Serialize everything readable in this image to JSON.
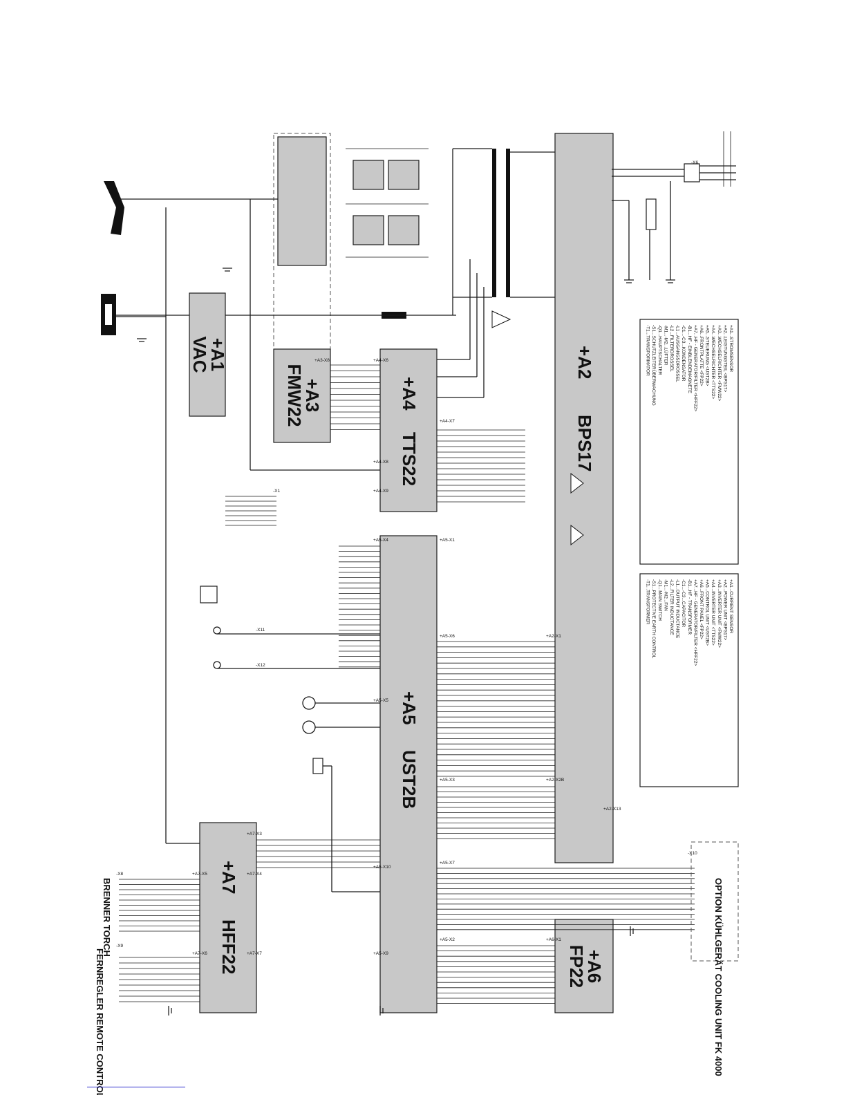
{
  "modules": [
    {
      "id": "a1",
      "line1": "+A1",
      "line2": "VAC"
    },
    {
      "id": "a2",
      "line1": "+A2",
      "line2": "BPS17"
    },
    {
      "id": "a3",
      "line1": "+A3",
      "line2": "FMW22"
    },
    {
      "id": "a4",
      "line1": "+A4",
      "line2": "TTS22"
    },
    {
      "id": "a5",
      "line1": "+A5",
      "line2": "UST2B"
    },
    {
      "id": "a6",
      "line1": "+A6",
      "line2": "FP22"
    },
    {
      "id": "a7",
      "line1": "+A7",
      "line2": "HFF22"
    }
  ],
  "connector_tags": {
    "a3_x8": "+A3-X8",
    "a4_x6": "+A4-X6",
    "a4_x8": "+A4-X8",
    "a4_x9": "+A4-X9",
    "a4_x7": "+A4-X7",
    "a5_x4": "+A5-X4",
    "a5_x1": "+A5-X1",
    "a5_x6": "+A5-X6",
    "a5_x5": "+A5-X5",
    "a5_x3": "+A5-X3",
    "a5_x10": "+A5-X10",
    "a5_x7": "+A5-X7",
    "a5_x9": "+A5-X9",
    "a5_x2": "+A5-X2",
    "a2_x1": "+A2-X1",
    "a2_x2b": "+A2-X2B",
    "a2_x13": "+A2-X13",
    "a6_x1": "+A6-X1",
    "a7_x3": "+A7-X3",
    "a7_x5": "+A7-X5",
    "a7_x4": "+A7-X4",
    "a7_x6": "+A7-X6",
    "a7_x7": "+A7-X7",
    "x1": "-X1",
    "x11": "-X11",
    "x12": "-X12",
    "x8": "-X8",
    "x9": "-X9",
    "x6": "-X6",
    "x10": "-X10"
  },
  "side_labels": {
    "torch": "BRENNER TORCH",
    "remote": "FERNREGLER REMOTE CONTROL",
    "cooling": "OPTION KÜHLGERÄT COOLING UNIT FK 4000"
  },
  "legend_de": [
    "+A1...STROMSENSOR",
    "+A2...LEISTUNGSTEIL <BPS17>",
    "+A3...WECHSELRICHTER <FMW22>",
    "+A4...WECHSELRICHTER <TTS22>",
    "+A5...STEUERUNG <UST2B>",
    "+A6...FRONTPLATTE <FP22>",
    "+A7...HF - GENERATOR/FILTER <HFF22>",
    "-B1...HF - EINBLENDEMAGNETE",
    "-C1...-C3...KONDENSATOR",
    "-L1...AUSGANGSDROSSEL",
    "-L2...FILTERDROSSEL",
    "-M1...-M2...LÜFTER",
    "-Q1...HAUPTSCHALTER",
    "-S1...SCHUTZLEITERÜBERWACHUNG",
    "-T1...TRANSFORMATOR"
  ],
  "legend_en": [
    "+A1...CURRENT SENSOR",
    "+A2...POWER UNIT <BPS17>",
    "+A3...INVERTER UNIT <FMW22>",
    "+A4...INVERTER UNIT <TTS22>",
    "+A5...CONTROL UNIT <UST2B>",
    "+A6...FRONT PANEL <FP22>",
    "+A7...HF - GENERATOR/FILTER <HFF22>",
    "-B1...HF - TRANSFORMER",
    "-C1...-C3...CAPACITOR",
    "-L1...OUTPUT INDUCTANCE",
    "-L2...FILTER INDUCTANCE",
    "-M1...-M2...FAN",
    "-Q1...MAIN SWITCH",
    "-S1...PROTECTIVE EARTH CONTROL",
    "-T1...TRANSFORMER"
  ]
}
